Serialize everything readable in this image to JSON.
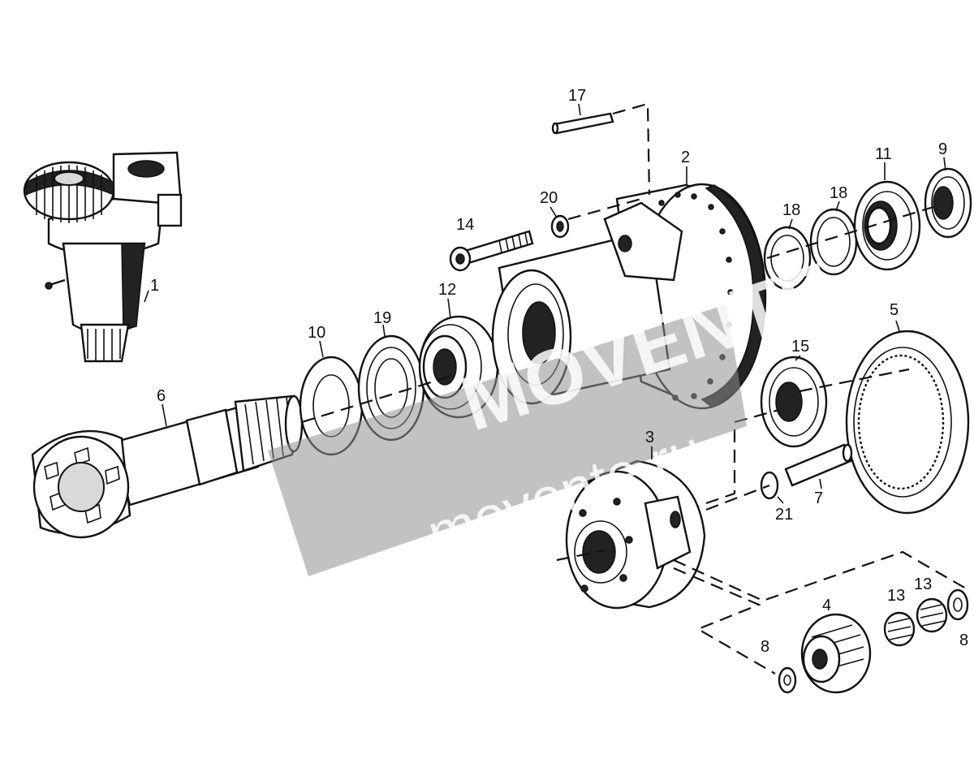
{
  "diagram": {
    "callouts": {
      "p1": "1",
      "p2": "2",
      "p3": "3",
      "p4": "4",
      "p5": "5",
      "p6": "6",
      "p7": "7",
      "p8a": "8",
      "p8b": "8",
      "p9": "9",
      "p10": "10",
      "p11": "11",
      "p12": "12",
      "p13a": "13",
      "p13b": "13",
      "p14": "14",
      "p15": "15",
      "p17": "17",
      "p18a": "18",
      "p18b": "18",
      "p19": "19",
      "p20": "20",
      "p21": "21"
    },
    "watermark": {
      "brand": "MOVENTE",
      "domain": "movente.ru"
    }
  }
}
